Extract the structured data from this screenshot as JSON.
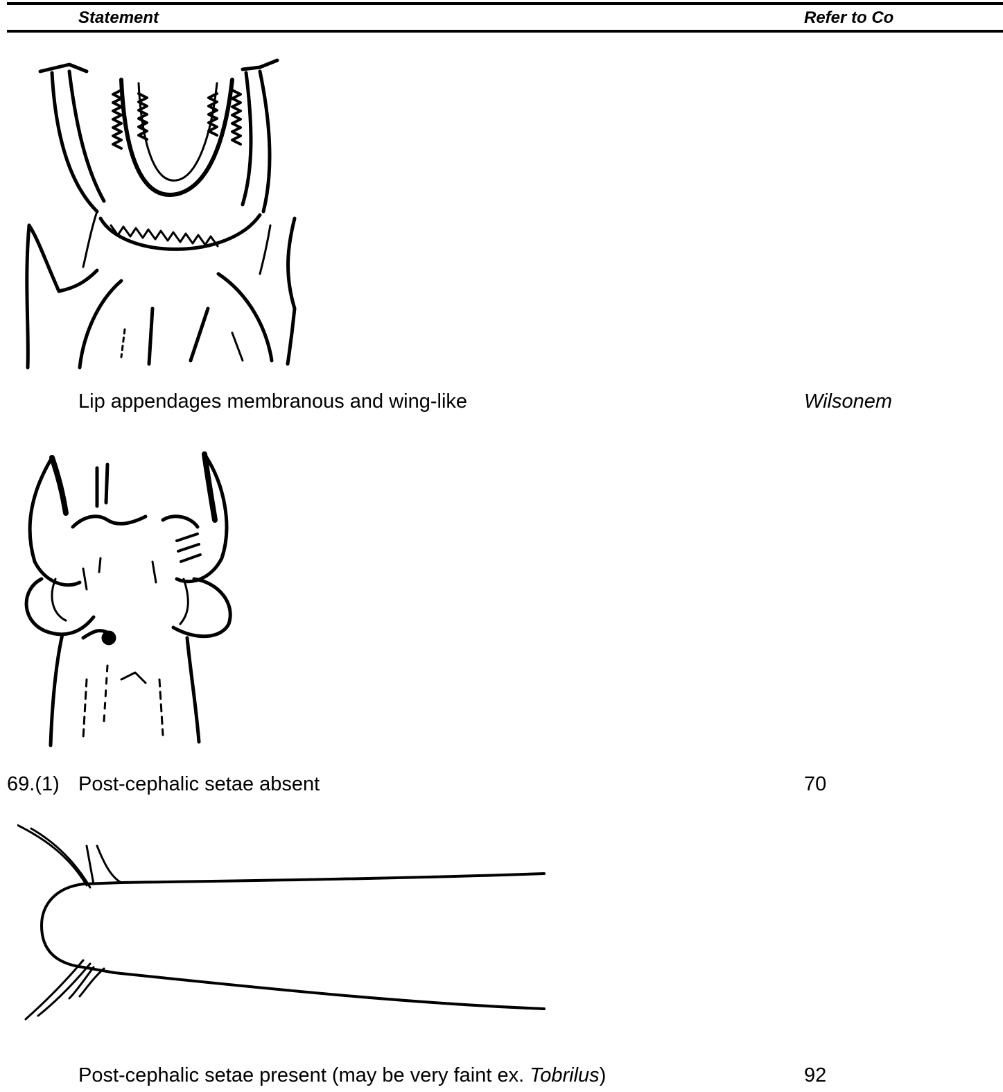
{
  "header": {
    "statement": "Statement",
    "refer": "Refer to Co"
  },
  "rows": [
    {
      "number": "",
      "text": "Lip appendages membranous and wing-like",
      "refer": "Wilsonem",
      "refer_italic": true
    },
    {
      "number": "69.(1)",
      "text": "Post-cephalic setae absent",
      "refer": "70"
    },
    {
      "number": "",
      "text_before": "Post-cephalic setae present (may be very faint ex. ",
      "text_italic": "Tobrilus",
      "text_after": ")",
      "refer": "92"
    }
  ],
  "figures": [
    {
      "icon": "lip-appendages-illustration"
    },
    {
      "icon": "nematode-head-illustration"
    },
    {
      "icon": "post-cephalic-setae-illustration"
    }
  ]
}
